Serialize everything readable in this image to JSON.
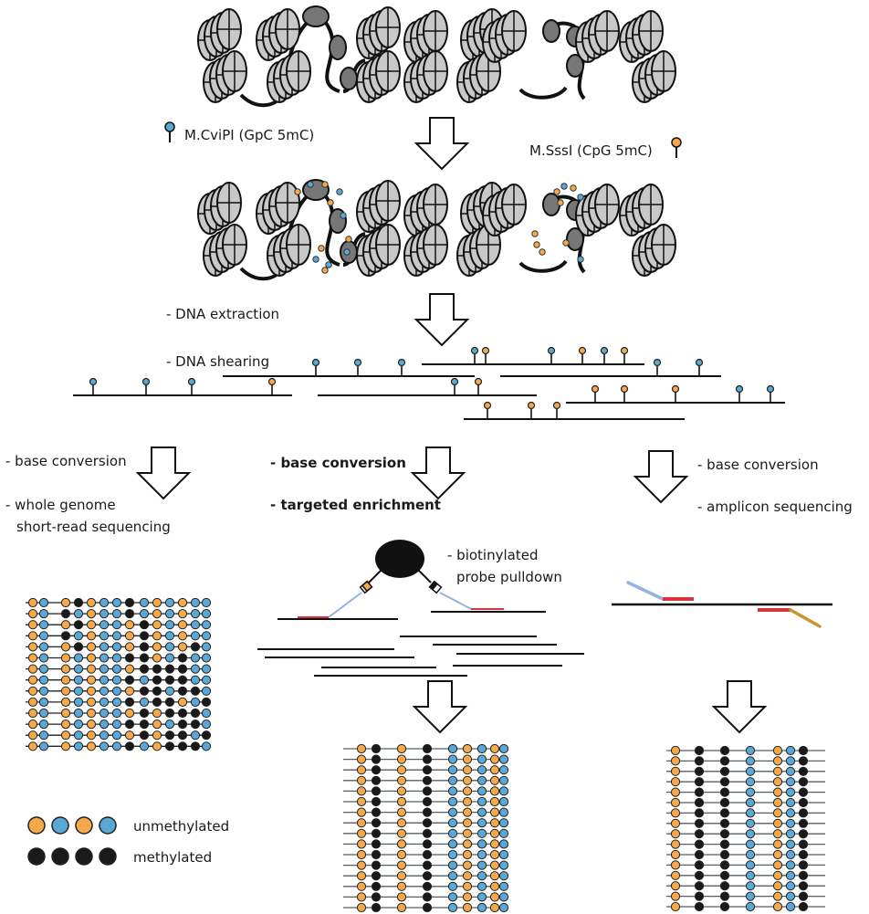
{
  "colors": {
    "orange": "#f5a94a",
    "blue": "#5ba8d6",
    "black": "#1a1a1a",
    "nucleosome_fill": "#c8c8c8",
    "linker_protein": "#777777",
    "probe_red": "#d9343b",
    "primer_blue": "#93b3e0",
    "primer_gold": "#c9962e",
    "read_line": "#555f66"
  },
  "labels": {
    "enzyme_gpc": "M.CviPI (GpC 5mC)",
    "enzyme_cpg": "M.SssI (CpG 5mC)",
    "dna_extraction": "- DNA extraction",
    "dna_shearing": "- DNA shearing",
    "left_step1": "- base conversion",
    "left_step2": "- whole genome",
    "left_step2b": "short-read sequencing",
    "mid_step1": "- base conversion",
    "mid_step2": "- targeted enrichment",
    "right_step1": "- base conversion",
    "right_step2": "- amplicon sequencing",
    "probe_line1": "- biotinylated",
    "probe_line2": "probe pulldown",
    "legend_unmethylated": "unmethylated",
    "legend_methylated": "methylated"
  },
  "icons": {
    "gpc_marker": "blue-lollipop-icon",
    "cpg_marker": "orange-lollipop-icon",
    "nucleosome": "nucleosome-icon",
    "arrow": "down-arrow-icon",
    "streptavidin": "streptavidin-bead-icon"
  },
  "methylation_matrices": {
    "whole_genome": {
      "columns": [
        "o",
        "b",
        "o",
        "b",
        "o",
        "b",
        "b",
        "o",
        "b",
        "o",
        "b",
        "o",
        "b",
        "b"
      ],
      "methylated_by_row": [
        [
          3,
          7
        ],
        [
          2,
          7
        ],
        [
          3,
          8
        ],
        [
          2,
          8
        ],
        [
          3,
          8,
          12
        ],
        [
          7,
          8,
          11
        ],
        [
          8,
          9,
          10,
          11
        ],
        [
          7,
          9,
          10,
          11
        ],
        [
          8,
          9,
          11,
          12
        ],
        [
          7,
          9,
          10,
          13
        ],
        [
          8,
          10,
          11,
          12
        ],
        [
          7,
          8,
          11,
          12
        ],
        [
          8,
          10,
          11,
          13
        ],
        [
          7,
          10,
          11,
          12
        ]
      ]
    },
    "targeted": {
      "columns": [
        "o",
        "k",
        "o",
        "k",
        "b",
        "o",
        "b",
        "o",
        "b"
      ],
      "methylated_by_row": [
        [
          1,
          3
        ],
        [
          1,
          3
        ],
        [
          1,
          3
        ],
        [
          1,
          3
        ],
        [
          1,
          3
        ],
        [
          1,
          3
        ],
        [
          1,
          3
        ],
        [
          1,
          3
        ],
        [
          1,
          3
        ],
        [
          1,
          3
        ],
        [
          1,
          3
        ],
        [
          1,
          3
        ],
        [
          1,
          3
        ],
        [
          1,
          3
        ],
        [
          1,
          3
        ],
        [
          1,
          3
        ]
      ]
    },
    "amplicon": {
      "columns": [
        "o",
        "k",
        "k",
        "b",
        "o",
        "b",
        "k"
      ],
      "methylated_by_row": [
        [
          1,
          2,
          6
        ],
        [
          1,
          2,
          6
        ],
        [
          1,
          2,
          6
        ],
        [
          1,
          2,
          6
        ],
        [
          1,
          2,
          6
        ],
        [
          1,
          2,
          6
        ],
        [
          1,
          2,
          6
        ],
        [
          1,
          2,
          6
        ],
        [
          1,
          2,
          6
        ],
        [
          1,
          2,
          6
        ],
        [
          1,
          2,
          6
        ],
        [
          1,
          2,
          6
        ],
        [
          1,
          2,
          6
        ],
        [
          1,
          2,
          6
        ],
        [
          1,
          2,
          6
        ],
        [
          1,
          2,
          6
        ]
      ]
    }
  },
  "legend": {
    "unmethylated_circles": [
      "orange",
      "blue",
      "orange",
      "blue"
    ],
    "methylated_circles": 4
  }
}
